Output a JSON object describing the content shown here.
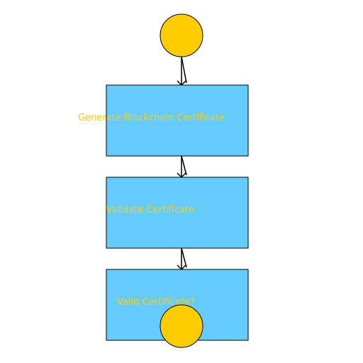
{
  "colors": {
    "background": "#ffffff",
    "process_fill": "#66ccff",
    "process_stroke": "#000000",
    "terminal_fill": "#ffcc00",
    "terminal_stroke": "#000000",
    "label_color": "#ffcc00",
    "edge_color": "#000000"
  },
  "flowchart": {
    "start_node": {
      "kind": "terminal",
      "label": ""
    },
    "steps": [
      {
        "id": "generate",
        "kind": "process",
        "label": "Generate Blockchain Certificate"
      },
      {
        "id": "validate",
        "kind": "process",
        "label": "Validate Certificate"
      },
      {
        "id": "decision",
        "kind": "process",
        "label": "Valid Certificate?"
      }
    ],
    "end_node": {
      "kind": "terminal",
      "label": ""
    },
    "edges": [
      {
        "from": "start",
        "to": "generate"
      },
      {
        "from": "generate",
        "to": "validate"
      },
      {
        "from": "validate",
        "to": "decision"
      }
    ]
  }
}
